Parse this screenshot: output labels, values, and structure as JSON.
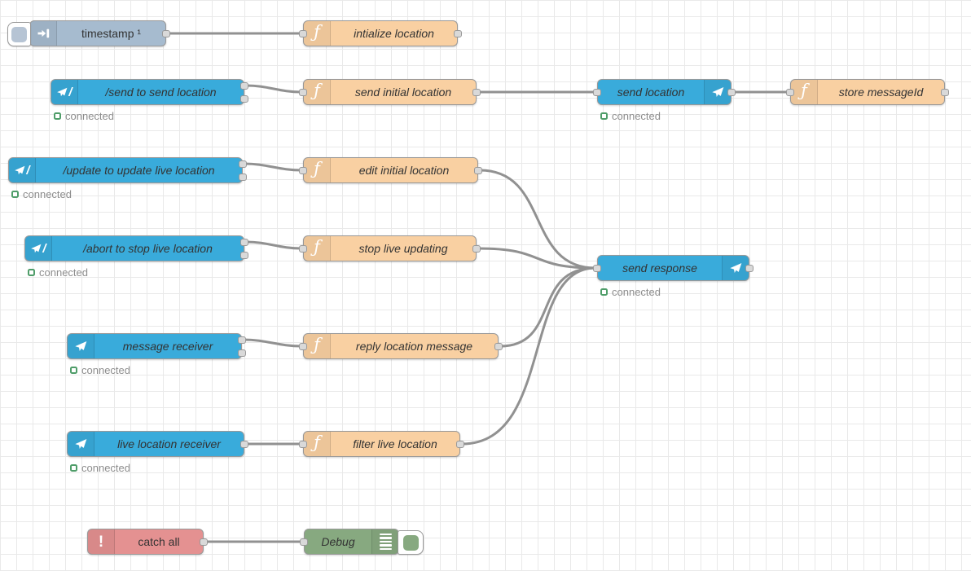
{
  "app": {
    "name": "Node-RED flow editor",
    "view": "flow canvas"
  },
  "colors": {
    "inject_node": "#a6bbcf",
    "function_node": "#f9d0a2",
    "telegram_node": "#39abdb",
    "catch_node": "#e49191",
    "debug_node": "#87a980",
    "wire": "#919191",
    "status_connected": "#4f9d69",
    "grid_line": "#e9e9e9"
  },
  "nodes": {
    "timestamp": {
      "label": "timestamp ¹"
    },
    "initialize_location": {
      "label": "intialize location"
    },
    "send_command": {
      "label": "/send to send location",
      "status": "connected"
    },
    "send_initial_location": {
      "label": "send initial location"
    },
    "send_location": {
      "label": "send location",
      "status": "connected"
    },
    "store_messageid": {
      "label": "store messageId"
    },
    "update_command": {
      "label": "/update to update live location",
      "status": "connected"
    },
    "edit_initial_location": {
      "label": "edit initial location"
    },
    "abort_command": {
      "label": "/abort to stop live location",
      "status": "connected"
    },
    "stop_live_updating": {
      "label": "stop live updating"
    },
    "send_response": {
      "label": "send response",
      "status": "connected"
    },
    "message_receiver": {
      "label": "message receiver",
      "status": "connected"
    },
    "reply_location_message": {
      "label": "reply location message"
    },
    "live_location_receiver": {
      "label": "live location receiver",
      "status": "connected"
    },
    "filter_live_location": {
      "label": "filter live location"
    },
    "catch_all": {
      "label": "catch all"
    },
    "debug": {
      "label": "Debug"
    }
  }
}
